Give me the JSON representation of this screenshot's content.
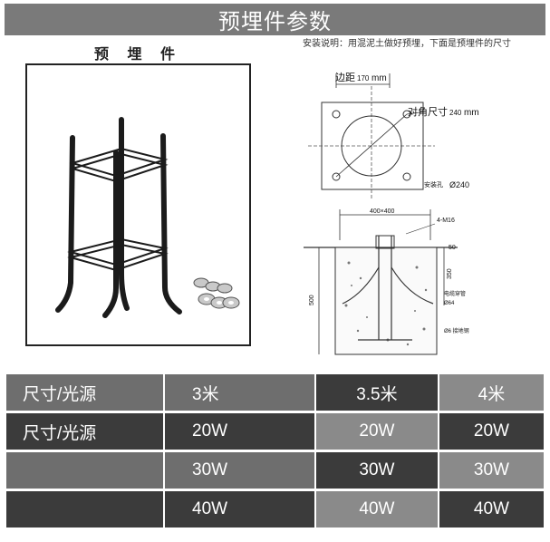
{
  "header": {
    "title": "预埋件参数"
  },
  "photo": {
    "title": "预 埋 件"
  },
  "install_note": "安装说明：用混泥土做好预埋，下面是预埋件的尺寸",
  "diagram": {
    "edge_label": "边距",
    "edge_value": "170",
    "edge_unit": "mm",
    "diag_label": "对角尺寸",
    "diag_value": "240",
    "diag_unit": "mm",
    "bolt_label": "安装孔",
    "bolt_value": "Ø240",
    "dim_top": "400×400",
    "bolt_spec": "4-M16",
    "dim_50": "50",
    "dim_350": "350",
    "dim_500": "500",
    "note_pipe": "电缆穿管",
    "note_pipe2": "Ø64",
    "note_ground": "Ø6 接地钢"
  },
  "table": {
    "rows": [
      {
        "label": "尺寸/光源",
        "c1": "3米",
        "c2": "3.5米",
        "c3": "4米"
      },
      {
        "label": "尺寸/光源",
        "c1": "20W",
        "c2": "20W",
        "c3": "20W"
      },
      {
        "label": "",
        "c1": "30W",
        "c2": "30W",
        "c3": "30W"
      },
      {
        "label": "",
        "c1": "40W",
        "c2": "40W",
        "c3": "40W"
      }
    ]
  }
}
